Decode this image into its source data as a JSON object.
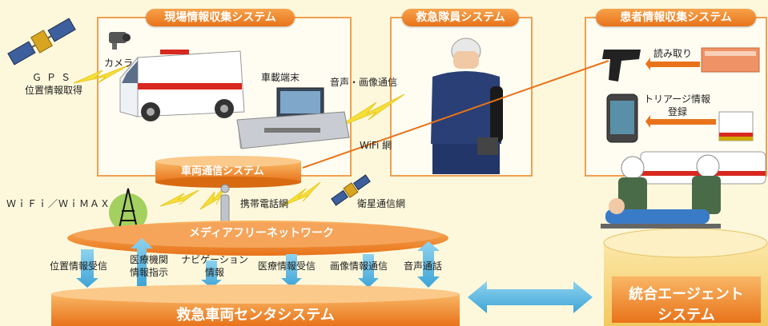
{
  "systems": {
    "field_info": "現場情報収集システム",
    "emt": "救急隊員システム",
    "patient_info": "患者情報収集システム"
  },
  "labels": {
    "gps_1": "ＧＰＳ",
    "gps_2": "位置情報取得",
    "camera": "カメラ",
    "terminal": "車載端末",
    "voice_image": "音声・画像通信",
    "wifi_net": "WiFi 網",
    "vehicle_comm": "車両通信システム",
    "read": "読み取り",
    "triage_1": "トリアージ情報",
    "triage_2": "登録",
    "wifi_wimax": "ＷｉＦｉ／ＷｉＭＡＸ",
    "cell_net": "携帯電話網",
    "sat_net": "衛星通信網",
    "media_free": "メディアフリーネットワーク"
  },
  "flows": [
    {
      "l1": "位置情報受信",
      "l2": ""
    },
    {
      "l1": "医療機関",
      "l2": "情報指示"
    },
    {
      "l1": "ナビゲーション",
      "l2": "情報"
    },
    {
      "l1": "医療情報受信",
      "l2": ""
    },
    {
      "l1": "画像情報通信",
      "l2": ""
    },
    {
      "l1": "音声通話",
      "l2": ""
    }
  ],
  "center": "救急車両センタシステム",
  "agent_1": "統合エージェント",
  "agent_2": "システム",
  "colors": {
    "orange": "#e8731a",
    "box_border": "#f0a050",
    "arrow_blue": "#5bb8e0",
    "bolt": "#f5e03a"
  }
}
